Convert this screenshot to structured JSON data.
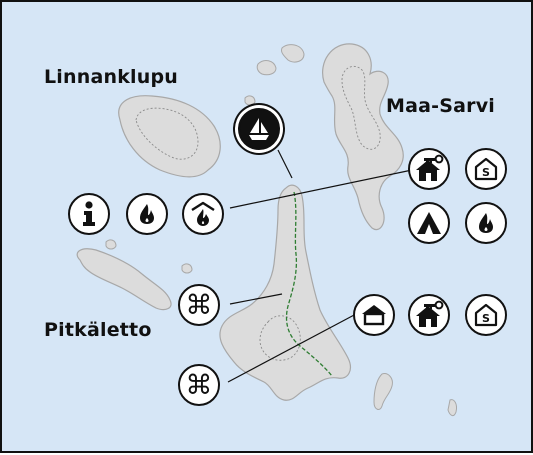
{
  "map": {
    "islands": [
      {
        "id": "linnanklupu",
        "name": "Linnanklupu"
      },
      {
        "id": "maa-sarvi",
        "name": "Maa-Sarvi"
      },
      {
        "id": "pitkaletto",
        "name": "Pitkäletto"
      }
    ],
    "colors": {
      "water": "#d6e6f6",
      "land": "#dcdcdc",
      "land_outline": "#a8a8a8",
      "trail": "#2e7d32",
      "icon": "#111111",
      "icon_background": "#ffffff"
    },
    "poi_groups": [
      {
        "id": "linnanklupu-services",
        "icons": [
          "info-icon",
          "campfire-icon",
          "sheltered-fireplace-icon"
        ]
      },
      {
        "id": "harbour",
        "icons": [
          "sailboat-icon"
        ]
      },
      {
        "id": "maa-sarvi-services",
        "icons": [
          "rental-cabin-icon",
          "sauna-icon",
          "tent-icon",
          "campfire-icon"
        ]
      },
      {
        "id": "pitkaletto-sights-north",
        "icons": [
          "sight-icon"
        ]
      },
      {
        "id": "pitkaletto-sights-south",
        "icons": [
          "sight-icon"
        ]
      },
      {
        "id": "pitkaletto-services",
        "icons": [
          "hut-icon",
          "rental-cabin-icon",
          "sauna-icon"
        ]
      }
    ],
    "poi_symbols": {
      "sight": "⌘",
      "sauna": "S"
    }
  }
}
